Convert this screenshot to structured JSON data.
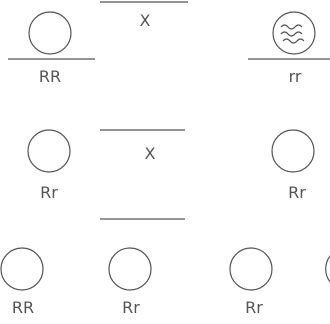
{
  "diagram": {
    "colors": {
      "stroke": "#555555",
      "text": "#555555"
    },
    "parents": [
      {
        "genotype": "RR",
        "icon": "plain-seed-icon"
      },
      {
        "genotype": "rr",
        "icon": "wrinkled-seed-icon"
      }
    ],
    "cross_symbol": "X",
    "f1": [
      {
        "genotype": "Rr",
        "icon": "plain-seed-icon"
      },
      {
        "genotype": "Rr",
        "icon": "plain-seed-icon"
      }
    ],
    "f2": [
      {
        "genotype": "RR",
        "icon": "plain-seed-icon"
      },
      {
        "genotype": "Rr",
        "icon": "plain-seed-icon"
      },
      {
        "genotype": "Rr",
        "icon": "plain-seed-icon"
      }
    ]
  }
}
